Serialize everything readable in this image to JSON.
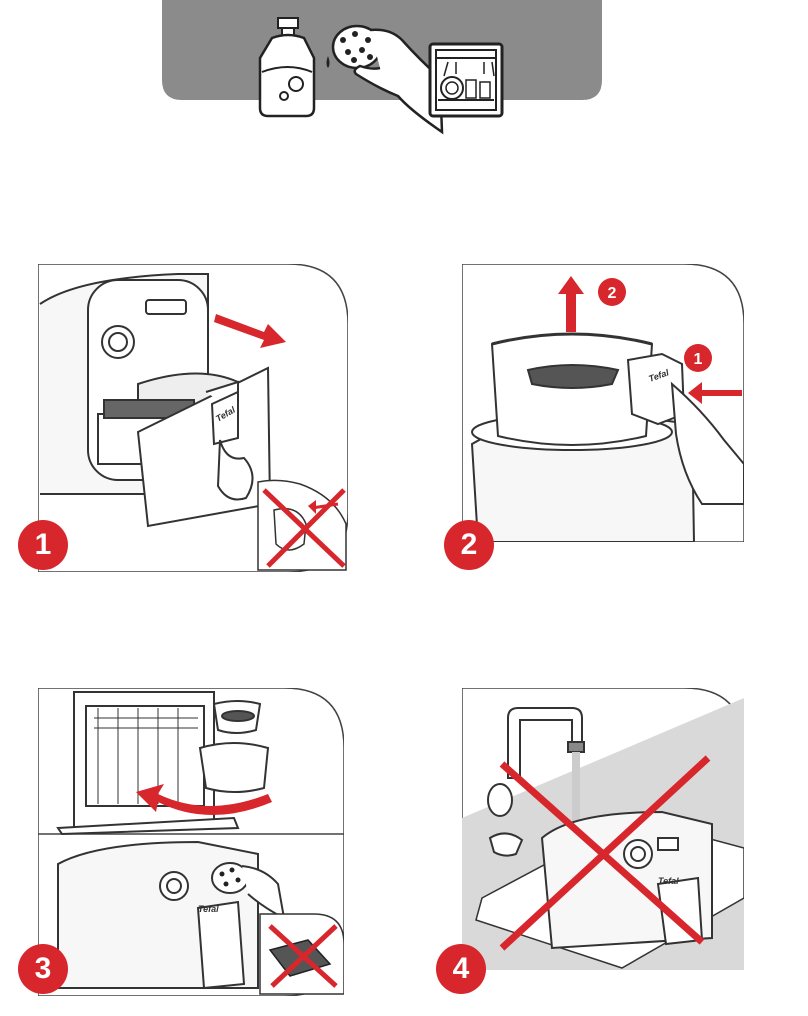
{
  "top_banner": {
    "icons": [
      "dish-soap-icon",
      "sponge-icon",
      "dishwasher-icon"
    ],
    "background": "#8c8b8b"
  },
  "accent": "#d7262c",
  "steps": [
    {
      "number": "1",
      "brand": "Tefal",
      "callouts": []
    },
    {
      "number": "2",
      "brand": "Tefal",
      "callouts": [
        "1",
        "2"
      ]
    },
    {
      "number": "3",
      "brand": "Tefal",
      "callouts": []
    },
    {
      "number": "4",
      "brand": "Tefal",
      "callouts": []
    }
  ]
}
